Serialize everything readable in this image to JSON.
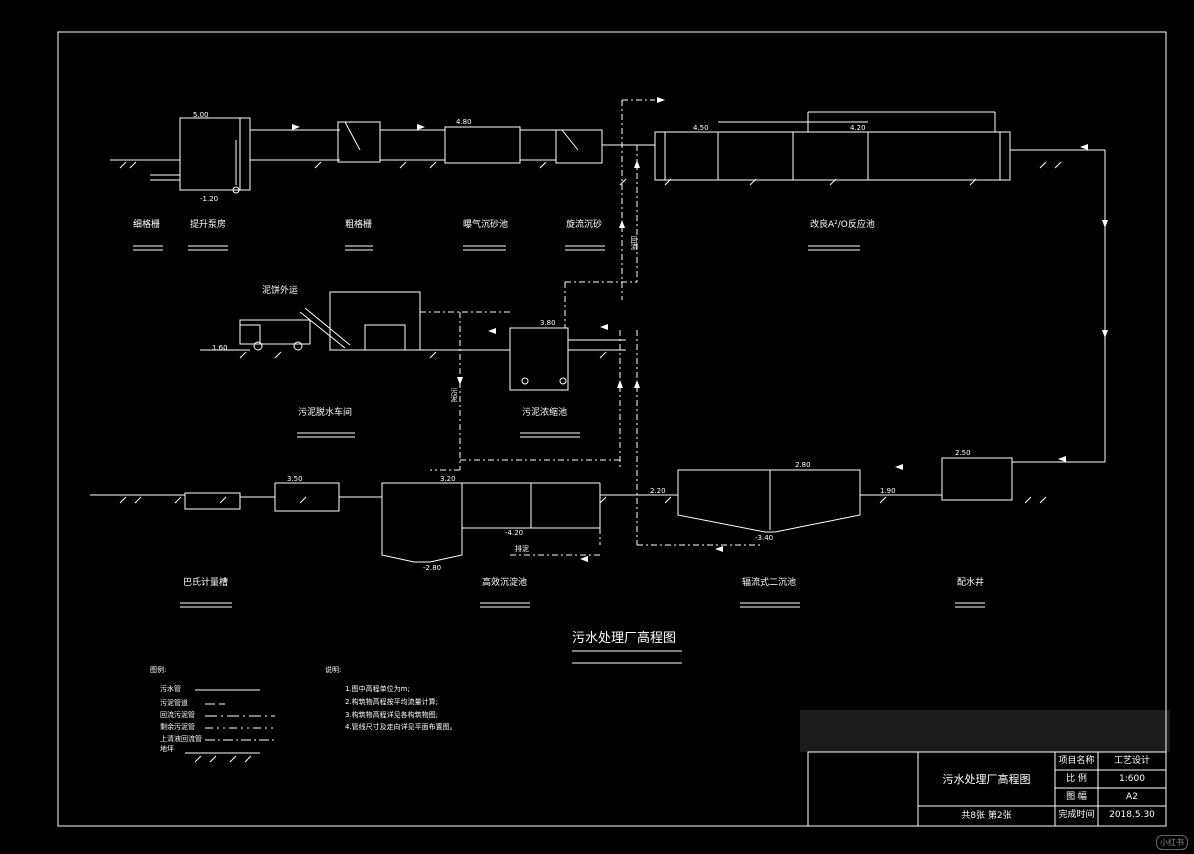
{
  "drawing": {
    "title": "污水处理厂高程图",
    "labels": {
      "fine_screen": "细格栅",
      "lift_pump": "提升泵房",
      "coarse_screen": "粗格栅",
      "aerated_grit": "曝气沉砂池",
      "fine_screen2": "旋流沉砂",
      "a2o": "改良A²/O反应池",
      "sludge_truck": "泥饼外运",
      "sludge_dewater": "污泥脱水车间",
      "sludge_thicken": "污泥浓缩池",
      "bar_flume": "巴氏计量槽",
      "hi_density": "高效沉淀池",
      "radial_clarifier": "辐流式二沉池",
      "distribution": "配水井",
      "return_label": "回流",
      "sludge_label": "污泥",
      "sludge_line": "排泥"
    },
    "legend": {
      "heading": "图例:",
      "items": [
        "污水管",
        "污泥管道",
        "回流污泥管",
        "剩余污泥管",
        "上清液回流管",
        "地坪"
      ]
    },
    "notes": {
      "heading": "说明:",
      "items": [
        "1.图中高程单位为m;",
        "2.构筑物高程按平均流量计算;",
        "3.构筑物高程详见各构筑物图;",
        "4.管线尺寸及走向详见平面布置图。"
      ]
    },
    "elevations": [
      "5.00",
      "4.80",
      "4.50",
      "4.20",
      "3.80",
      "3.50",
      "3.20",
      "2.80",
      "2.50",
      "2.20",
      "1.90",
      "1.60",
      "-1.20",
      "-2.80",
      "-3.40",
      "-4.20"
    ]
  },
  "title_block": {
    "drawing_name": "污水处理厂高程图",
    "rows": [
      {
        "label": "项目名称",
        "value": "工艺设计"
      },
      {
        "label": "比 例",
        "value": "1:600"
      },
      {
        "label": "图 幅",
        "value": "A2"
      },
      {
        "label": "完成时间",
        "value": "2018.5.30"
      }
    ],
    "sheet": "共8张  第2张"
  },
  "watermark": "小红书"
}
